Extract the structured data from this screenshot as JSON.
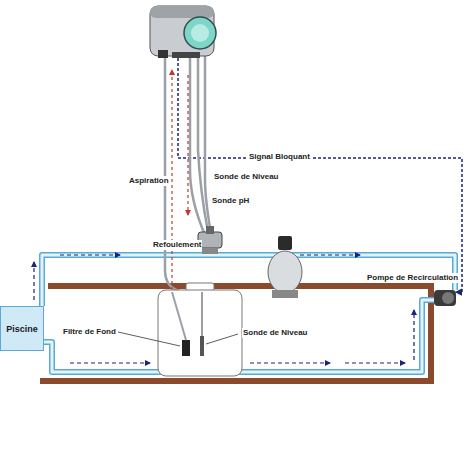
{
  "diagram": {
    "nodes": [
      {
        "text": [
          "Piscine"
        ]
      }
    ],
    "labels": [
      "Signal Bloquant",
      "Sonde de Niveau",
      "Aspiration",
      "Sonde pH",
      "Refoulement",
      "Pompe de Recirculation",
      "Filtre de Fond",
      "Sonde de Niveau"
    ]
  }
}
